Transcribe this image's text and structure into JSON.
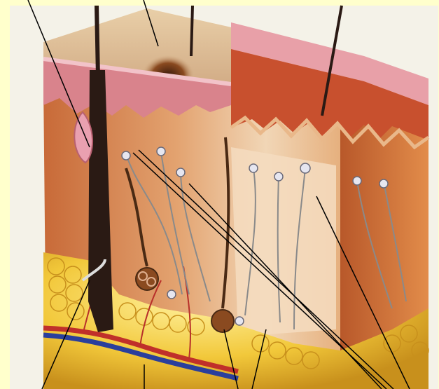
{
  "figure": {
    "background": "#ffffcc",
    "description_free": true,
    "parts": [
      "block-3d-section",
      "epidermis-layer",
      "papillary-dermis",
      "reticular-dermis",
      "hypodermis-fat",
      "hair-shaft",
      "hair-follicle",
      "sebaceous-gland",
      "sweat-gland",
      "touch-receptors",
      "blood-vessels",
      "nerve-fibers",
      "skin-flap",
      "leader-lines"
    ]
  },
  "colors": {
    "page_bg": "#ffffcc",
    "skin_top": "#d8b48c",
    "epidermis": "#e39a9a",
    "dermis": "#e0a06a",
    "fat": "#f0c23c",
    "artery": "#c0302a",
    "vein": "#2a3f9c",
    "nerve": "#8a8a8a",
    "hair": "#2a1a14",
    "leader": "#000000"
  }
}
